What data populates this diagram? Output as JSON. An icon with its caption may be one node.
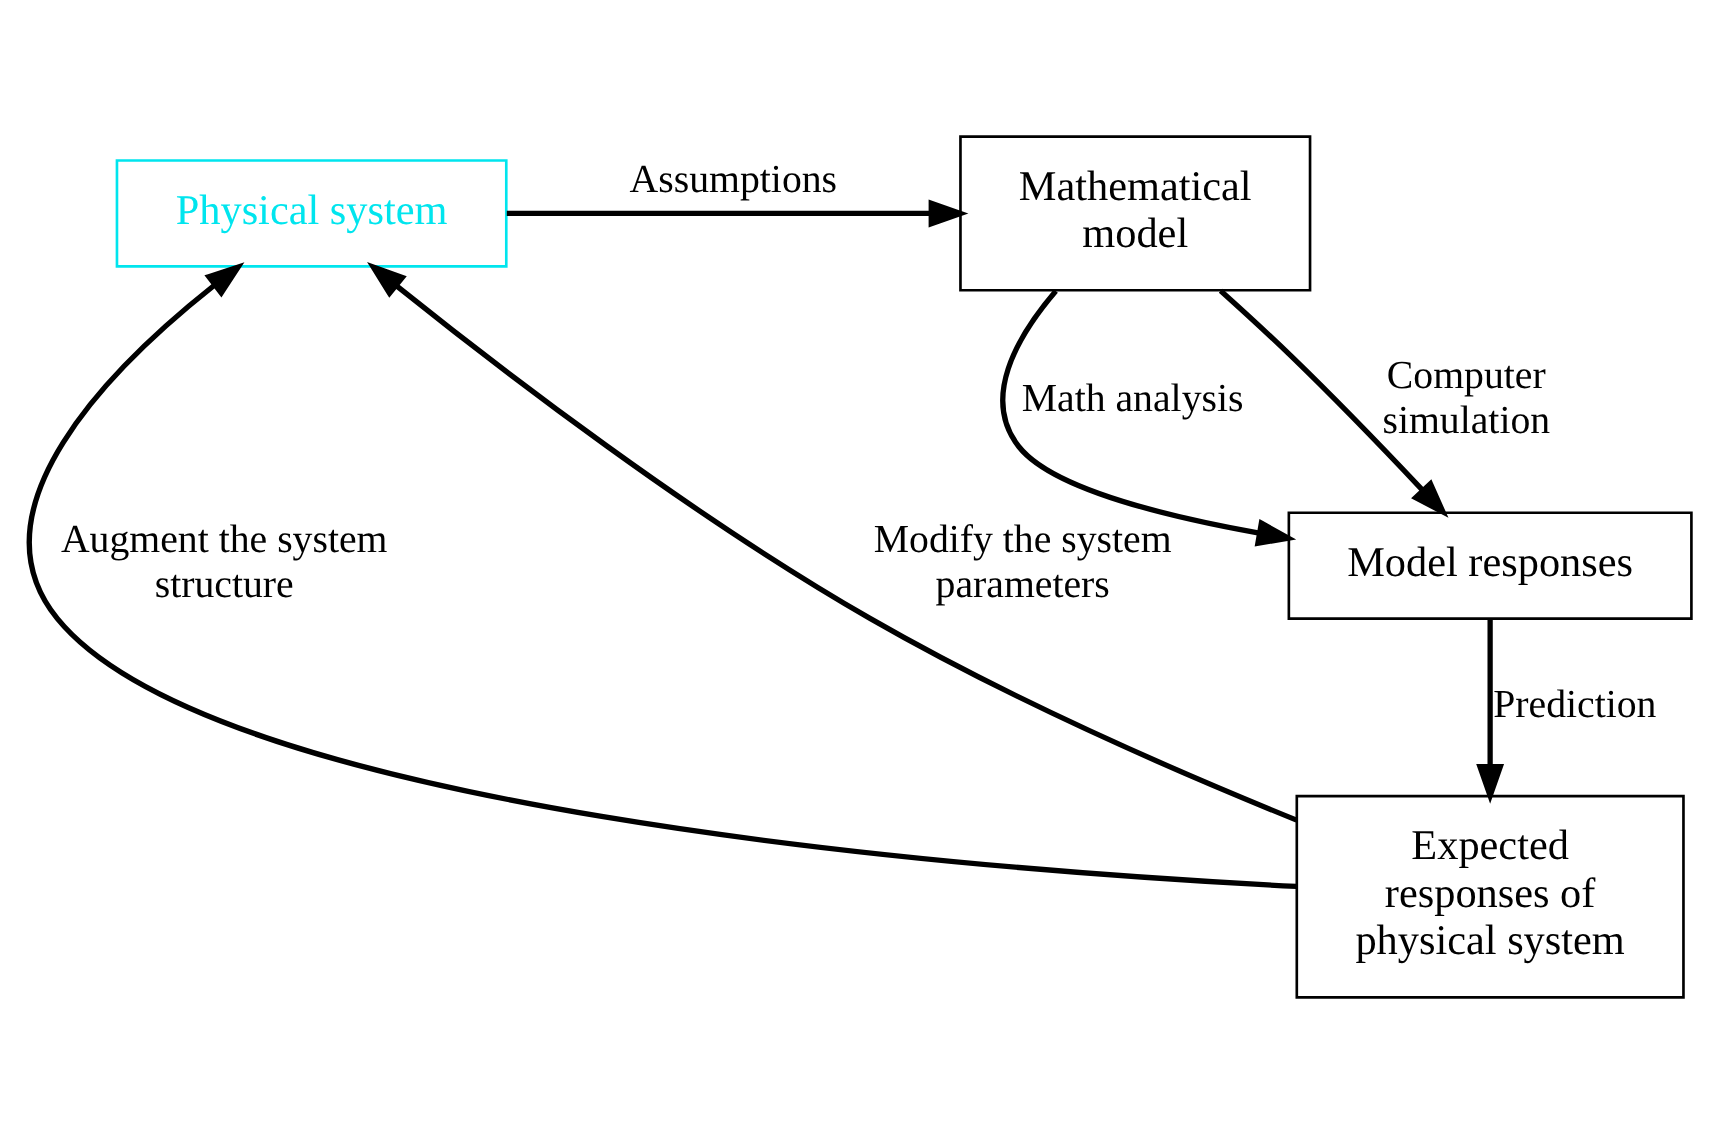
{
  "diagram": {
    "nodes": [
      {
        "text": [
          "Physical system"
        ]
      },
      {
        "text": [
          "Mathematical model"
        ]
      },
      {
        "text": [
          "Model responses"
        ]
      },
      {
        "text": [
          "Expected responses of physical system"
        ]
      }
    ],
    "edges": [
      {
        "from": 0,
        "to": 1,
        "arrow": "to",
        "label": "Assumptions"
      },
      {
        "from": 1,
        "to": 2,
        "arrow": "to",
        "label": "Math analysis"
      },
      {
        "from": 1,
        "to": 2,
        "arrow": "to",
        "label": "Computer simulation"
      },
      {
        "from": 2,
        "to": 3,
        "arrow": "to",
        "label": "Prediction"
      },
      {
        "from": 3,
        "to": 0,
        "arrow": "to",
        "label": "Augment the system structure"
      },
      {
        "from": 3,
        "to": 0,
        "arrow": "to",
        "label": "Modify the system parameters"
      }
    ]
  }
}
